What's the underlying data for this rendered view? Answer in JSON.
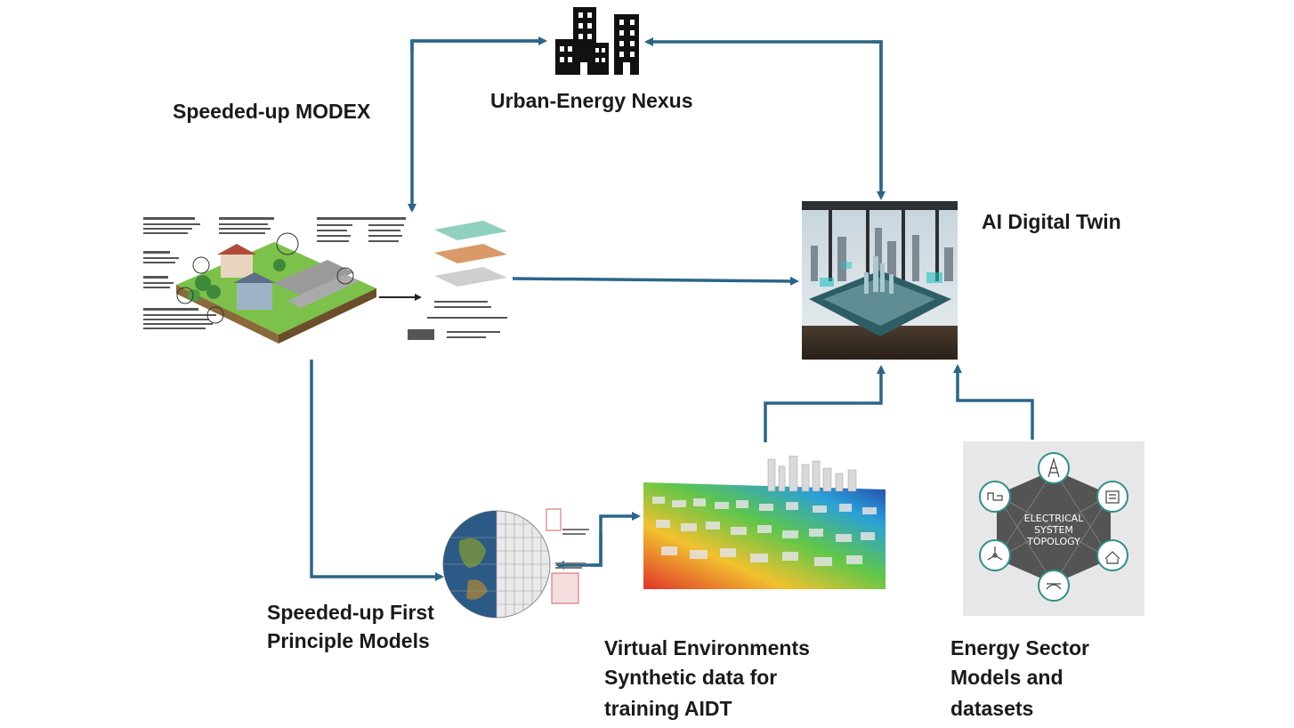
{
  "nodes": {
    "urban_energy_nexus": {
      "title": "Urban-Energy Nexus",
      "icon": "city-buildings-icon"
    },
    "modex": {
      "title": "Speeded-up MODEX"
    },
    "ai_digital_twin": {
      "title": "AI Digital Twin"
    },
    "first_principle": {
      "line1": "Speeded-up First",
      "line2": "Principle Models"
    },
    "virtual_env": {
      "line1": "Virtual Environments",
      "line2": "Synthetic data for",
      "line3": "training AIDT"
    },
    "energy_sector": {
      "line1": "Energy Sector",
      "line2": "Models and",
      "line3": "datasets",
      "hex_label": [
        "ELECTRICAL",
        "SYSTEM",
        "TOPOLOGY"
      ]
    }
  },
  "colors": {
    "arrow": "#2a6689",
    "hex": "#555555",
    "teal": "#2f8f8a"
  }
}
